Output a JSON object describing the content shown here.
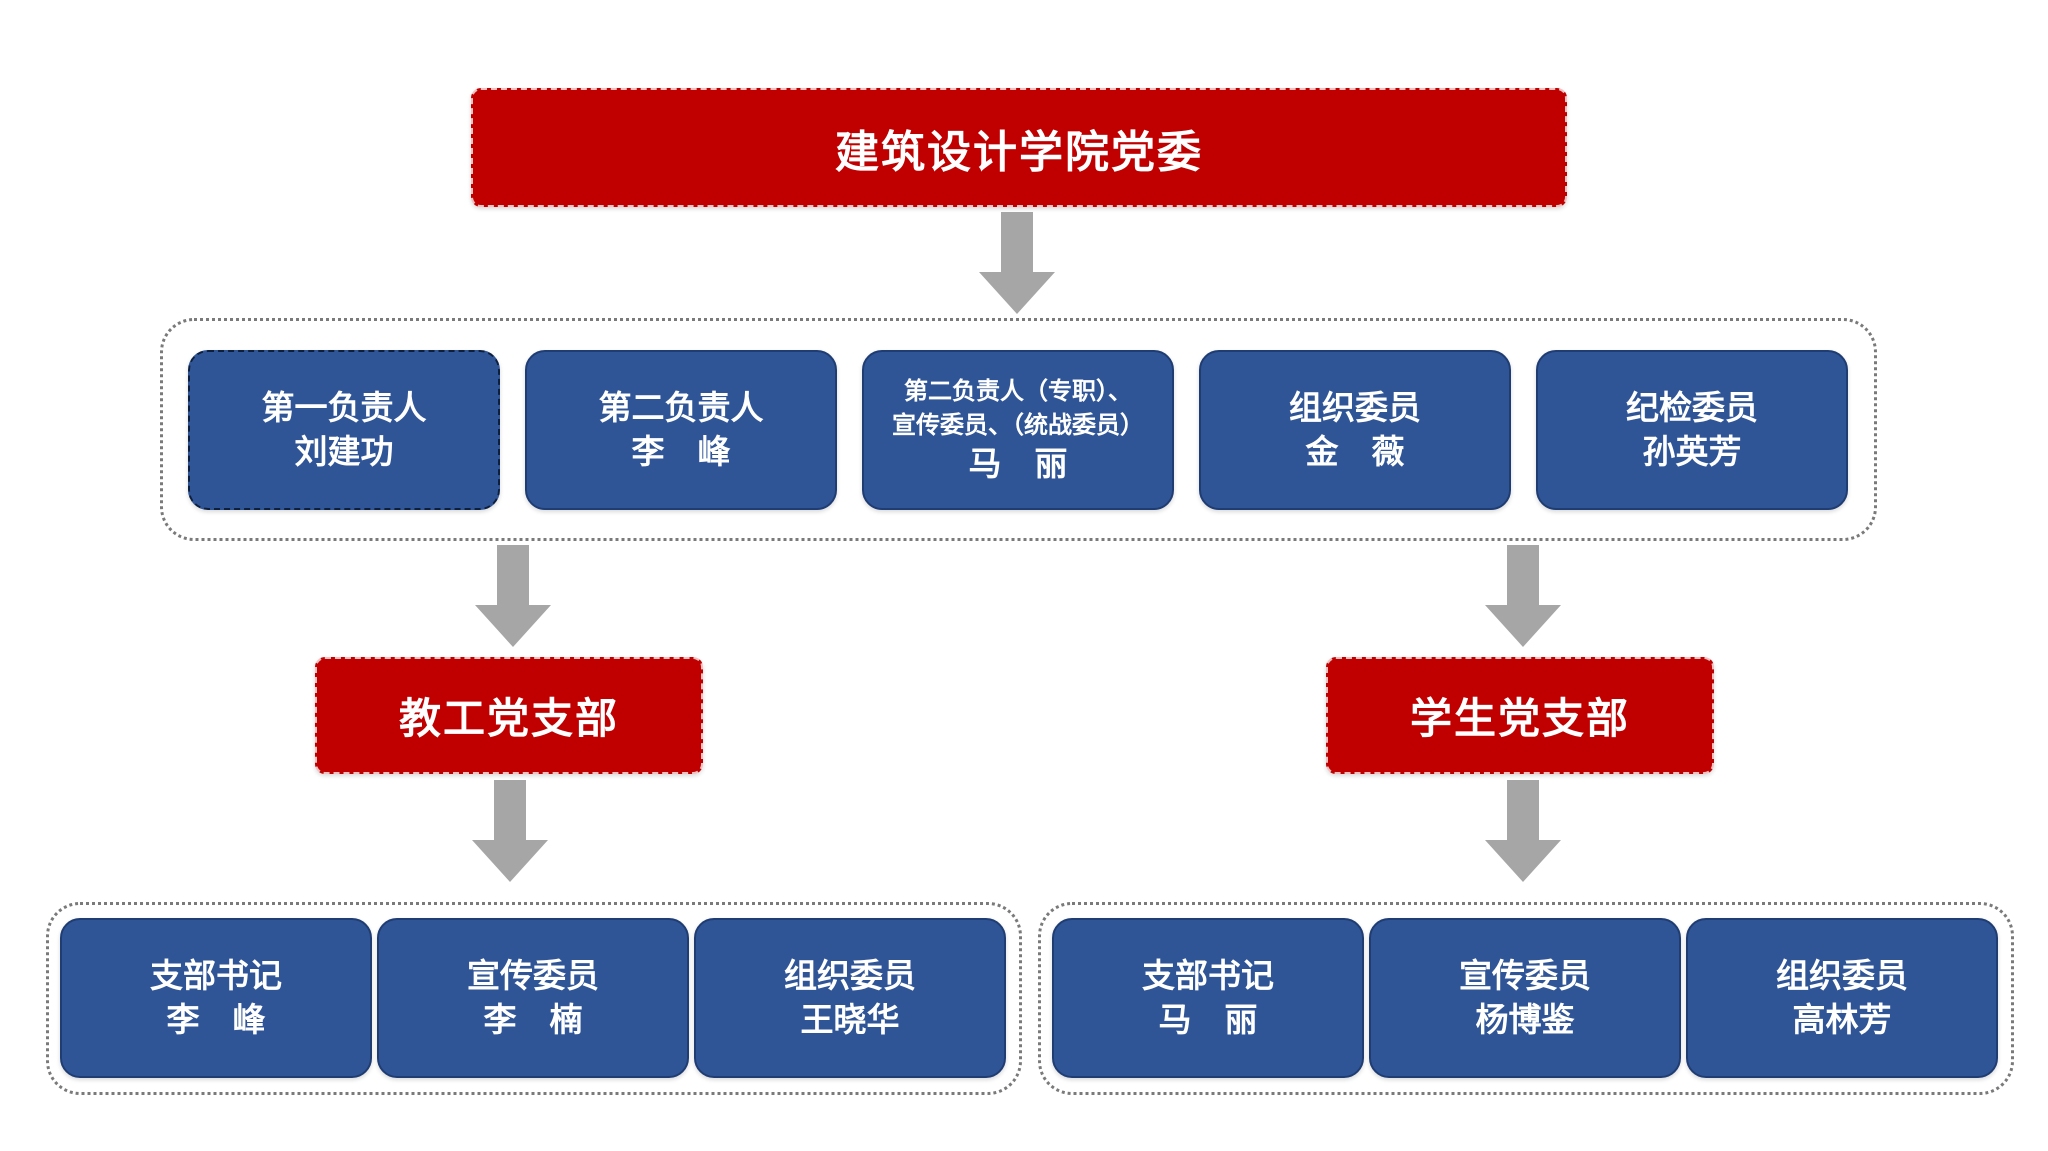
{
  "colors": {
    "red": "#c00000",
    "blue": "#2f5597",
    "arrow": "#a6a6a6"
  },
  "top": {
    "title": "建筑设计学院党委"
  },
  "committee": [
    {
      "role": "第一负责人",
      "name": "刘建功"
    },
    {
      "role": "第二负责人",
      "name": "李　峰"
    },
    {
      "role_line1": "第二负责人（专职）、",
      "role_line2": "宣传委员、（统战委员）",
      "name": "马　丽"
    },
    {
      "role": "组织委员",
      "name": "金　薇"
    },
    {
      "role": "纪检委员",
      "name": "孙英芳"
    }
  ],
  "branches": [
    {
      "title": "教工党支部",
      "members": [
        {
          "role": "支部书记",
          "name": "李　峰"
        },
        {
          "role": "宣传委员",
          "name": "李　楠"
        },
        {
          "role": "组织委员",
          "name": "王晓华"
        }
      ]
    },
    {
      "title": "学生党支部",
      "members": [
        {
          "role": "支部书记",
          "name": "马　丽"
        },
        {
          "role": "宣传委员",
          "name": "杨博鉴"
        },
        {
          "role": "组织委员",
          "name": "高林芳"
        }
      ]
    }
  ]
}
